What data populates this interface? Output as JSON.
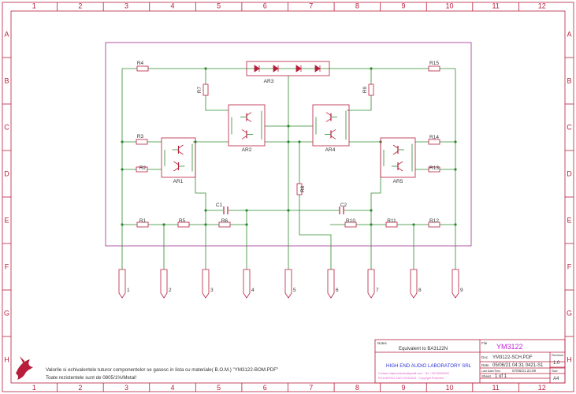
{
  "frame": {
    "columns": [
      "1",
      "2",
      "3",
      "4",
      "5",
      "6",
      "7",
      "8",
      "9",
      "10",
      "11",
      "12"
    ],
    "rows": [
      "A",
      "B",
      "C",
      "D",
      "E",
      "F",
      "G",
      "H"
    ]
  },
  "components": {
    "resistors": [
      "R1",
      "R2",
      "R3",
      "R4",
      "R5",
      "R6",
      "R7",
      "R8",
      "R9",
      "R10",
      "R11",
      "R12",
      "R13",
      "R14",
      "R15"
    ],
    "capacitors": [
      "C1",
      "C2"
    ],
    "arrays": [
      "AR1",
      "AR2",
      "AR3",
      "AR4",
      "AR5"
    ]
  },
  "pins": [
    "1",
    "2",
    "3",
    "4",
    "5",
    "6",
    "7",
    "8",
    "9"
  ],
  "notes": {
    "line1": "Valorile si echivalentele tuturor componentelor se gasesc in lista cu materiale( B.O.M.) \"YM3122-BOM.PDF\"",
    "line2": "Toate rezistentele sunt de 0805/1%/Metal!"
  },
  "title_block": {
    "notes_label": "Notes",
    "equivalent": "Equivalent to BA3122N",
    "file_label": "File",
    "file_title": "YM3122",
    "company": "HIGH END AUDIO LABORATORY SRL",
    "contact": "Contact: highendaudio@gmail.com · Tel: +40745356433",
    "address": "RO14487813 J40/17234/2003 · Copyright Protected",
    "doc_label": "Doc",
    "doc_value": "YM3122-SCH.PDF",
    "date_label": "Date",
    "date_value": "05/06/21 04:31 0421-S1",
    "last_label": "Last Date/Time",
    "last_value": "07/06/21 22:09",
    "sheet_label": "Sheet",
    "sheet_value": "1 of 1",
    "revision_label": "Revision",
    "revision_value": "1.0",
    "size_label": "Size",
    "size_value": "A4"
  },
  "colors": {
    "frame": "#b81e3c",
    "wire": "#2e8b2e",
    "outline": "#9b2f8f",
    "component": "#b81e3c",
    "label": "#333333",
    "title": "#c21fd6",
    "company": "#2f34d4",
    "contact": "#e060ce"
  }
}
